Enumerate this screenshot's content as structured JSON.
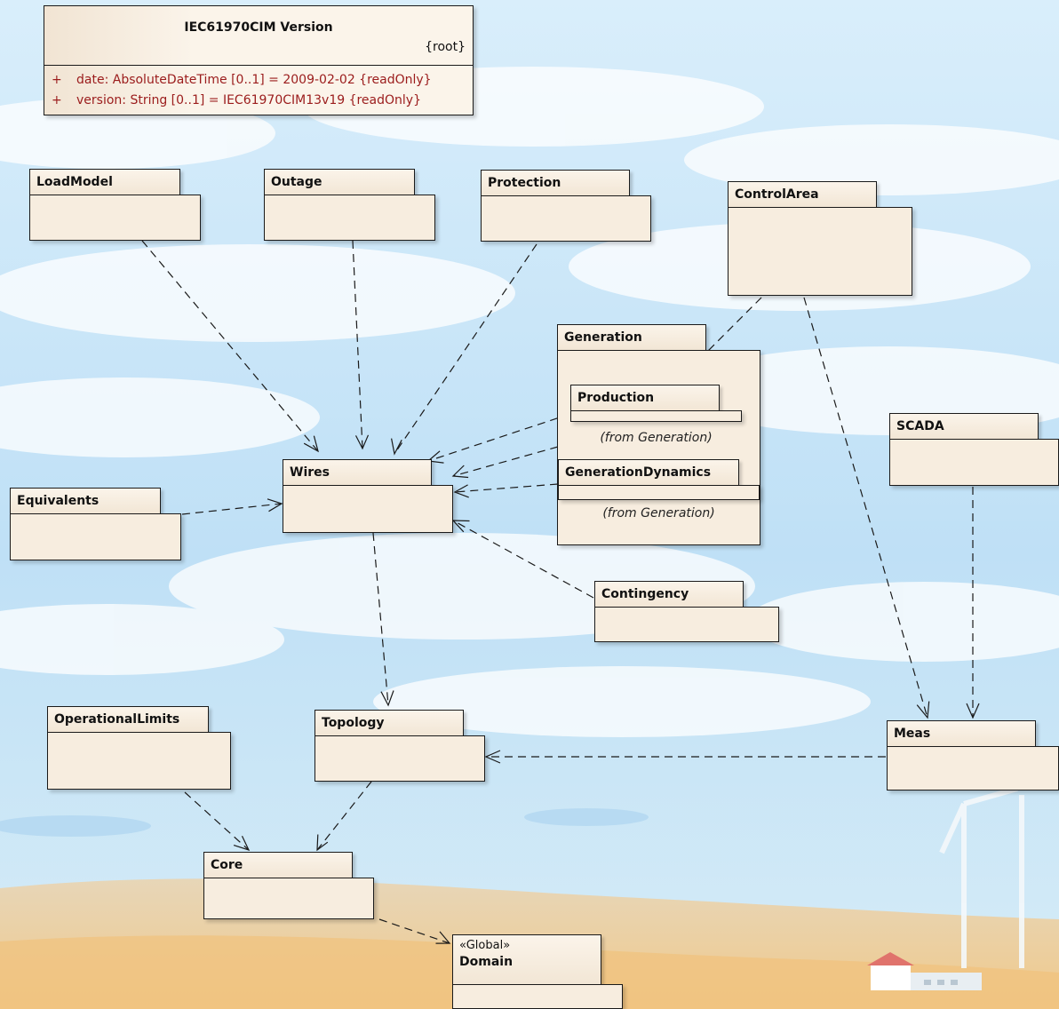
{
  "class_box": {
    "name": "IEC61970CIM Version",
    "tag": "{root}",
    "attributes": [
      {
        "visibility": "+",
        "text": "date:  AbsoluteDateTime [0..1] = 2009-02-02 {readOnly}"
      },
      {
        "visibility": "+",
        "text": "version:  String [0..1] = IEC61970CIM13v19 {readOnly}"
      }
    ]
  },
  "packages": {
    "loadmodel": "LoadModel",
    "outage": "Outage",
    "protection": "Protection",
    "controlarea": "ControlArea",
    "generation": "Generation",
    "production": "Production",
    "production_from": "(from Generation)",
    "generationdynamics": "GenerationDynamics",
    "generationdynamics_from": "(from Generation)",
    "scada": "SCADA",
    "wires": "Wires",
    "equivalents": "Equivalents",
    "contingency": "Contingency",
    "operationallimits": "OperationalLimits",
    "topology": "Topology",
    "meas": "Meas",
    "core": "Core",
    "domain_stereotype": "«Global»",
    "domain": "Domain"
  }
}
